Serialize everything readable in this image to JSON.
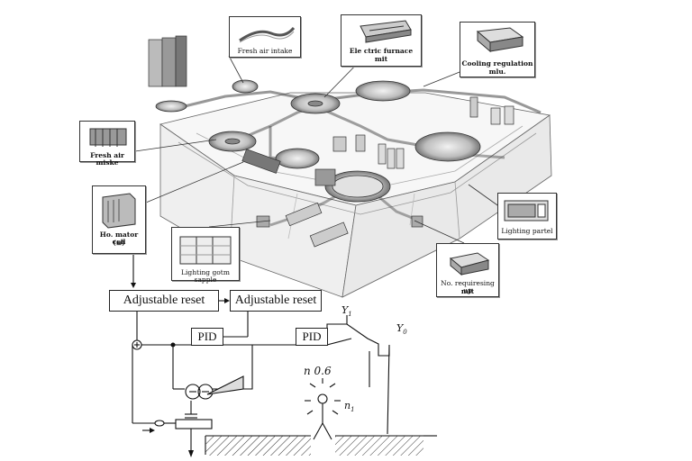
{
  "callouts": {
    "fresh_air_intake_top": "Fresh air intake",
    "electric_furnace": "Ele ctric furnace",
    "electric_furnace_unit": "mit",
    "cooling_regulation": "Cooling regulation",
    "cooling_regulation_unit": "mlu.",
    "fresh_air_intake_left": "Fresh air miske",
    "heater_coil": "Ho. mator ccil",
    "heater_coil_sub": "(≣)",
    "lighting_panel": "Lighting partel",
    "lighting_sample": "Lighting gotm sapple",
    "no_requiring_up": "No. requiresing up",
    "no_requiring_up_unit": "mit"
  },
  "control": {
    "reset_left": "Adjustable reset",
    "reset_right": "Adjustable reset",
    "pid_left": "PID",
    "pid_right": "PID",
    "symbol_y1": "Y",
    "symbol_y1_sub": "1",
    "symbol_y0": "Y",
    "symbol_y0_sub": "0",
    "occupancy_value": "n 0.6",
    "symbol_n1": "n",
    "symbol_n1_sub": "1"
  }
}
